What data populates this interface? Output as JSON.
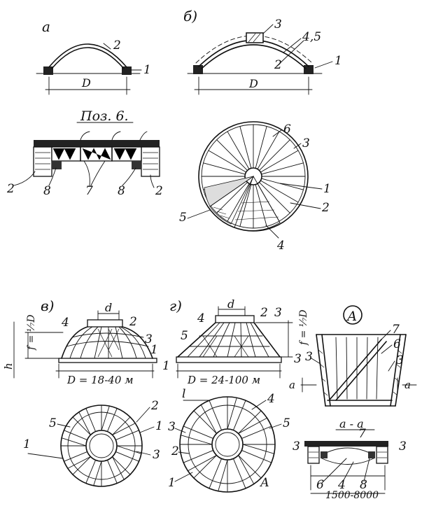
{
  "labels": {
    "a": "а",
    "b": "б)",
    "v": "в)",
    "g": "г)",
    "poz": "Поз. 6.",
    "A": "А",
    "aa": "а - а",
    "d": "d",
    "D": "D",
    "f": "f = ⅟₇D",
    "h": "h",
    "D1": "D = 18-40 м",
    "D2": "D = 24-100 м",
    "span": "1500-8000",
    "l": "l",
    "n1": "1",
    "n2": "2",
    "n3": "3",
    "n4": "4",
    "n5": "5",
    "n6": "6",
    "n7": "7",
    "n8": "8",
    "n45": "4,5"
  }
}
